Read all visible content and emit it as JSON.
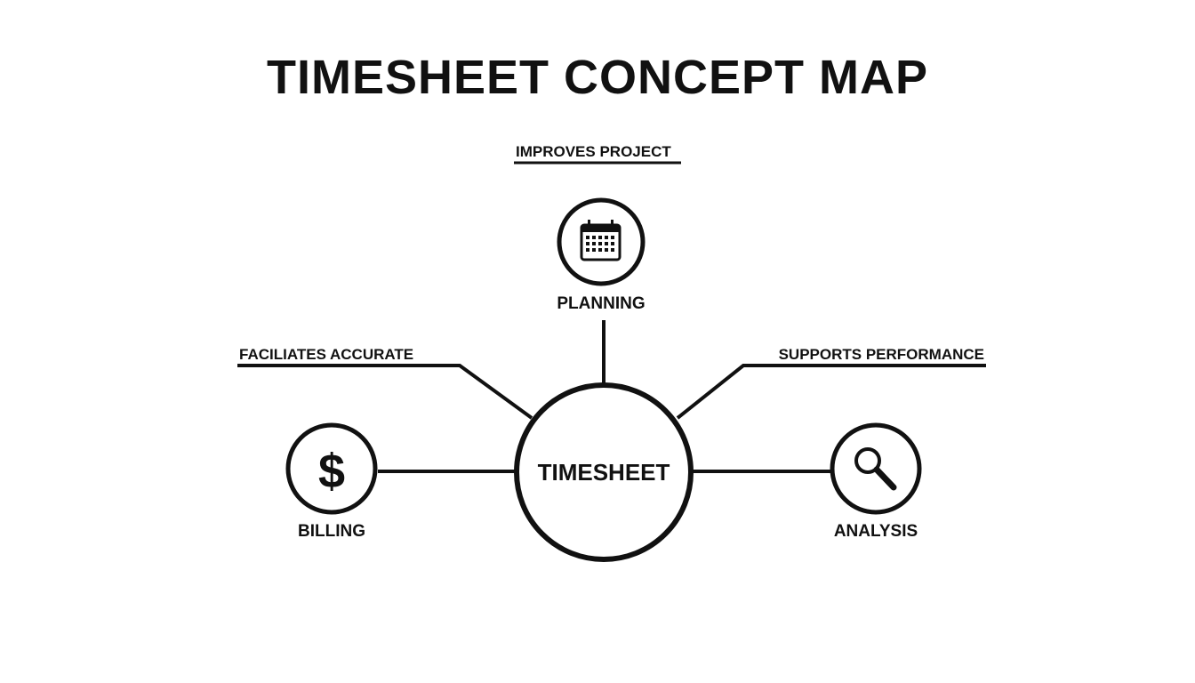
{
  "title": "TIMESHEET CONCEPT MAP",
  "center": {
    "label": "TIMESHEET"
  },
  "nodes": {
    "planning": {
      "label": "PLANNING",
      "icon": "calendar-icon",
      "relation": "IMPROVES PROJECT"
    },
    "billing": {
      "label": "BILLING",
      "icon": "dollar-icon",
      "relation": "FACILIATES ACCURATE"
    },
    "analysis": {
      "label": "ANALYSIS",
      "icon": "magnifier-icon",
      "relation": "SUPPORTS PERFORMANCE"
    }
  },
  "colors": {
    "ink": "#111111",
    "background": "#ffffff"
  }
}
